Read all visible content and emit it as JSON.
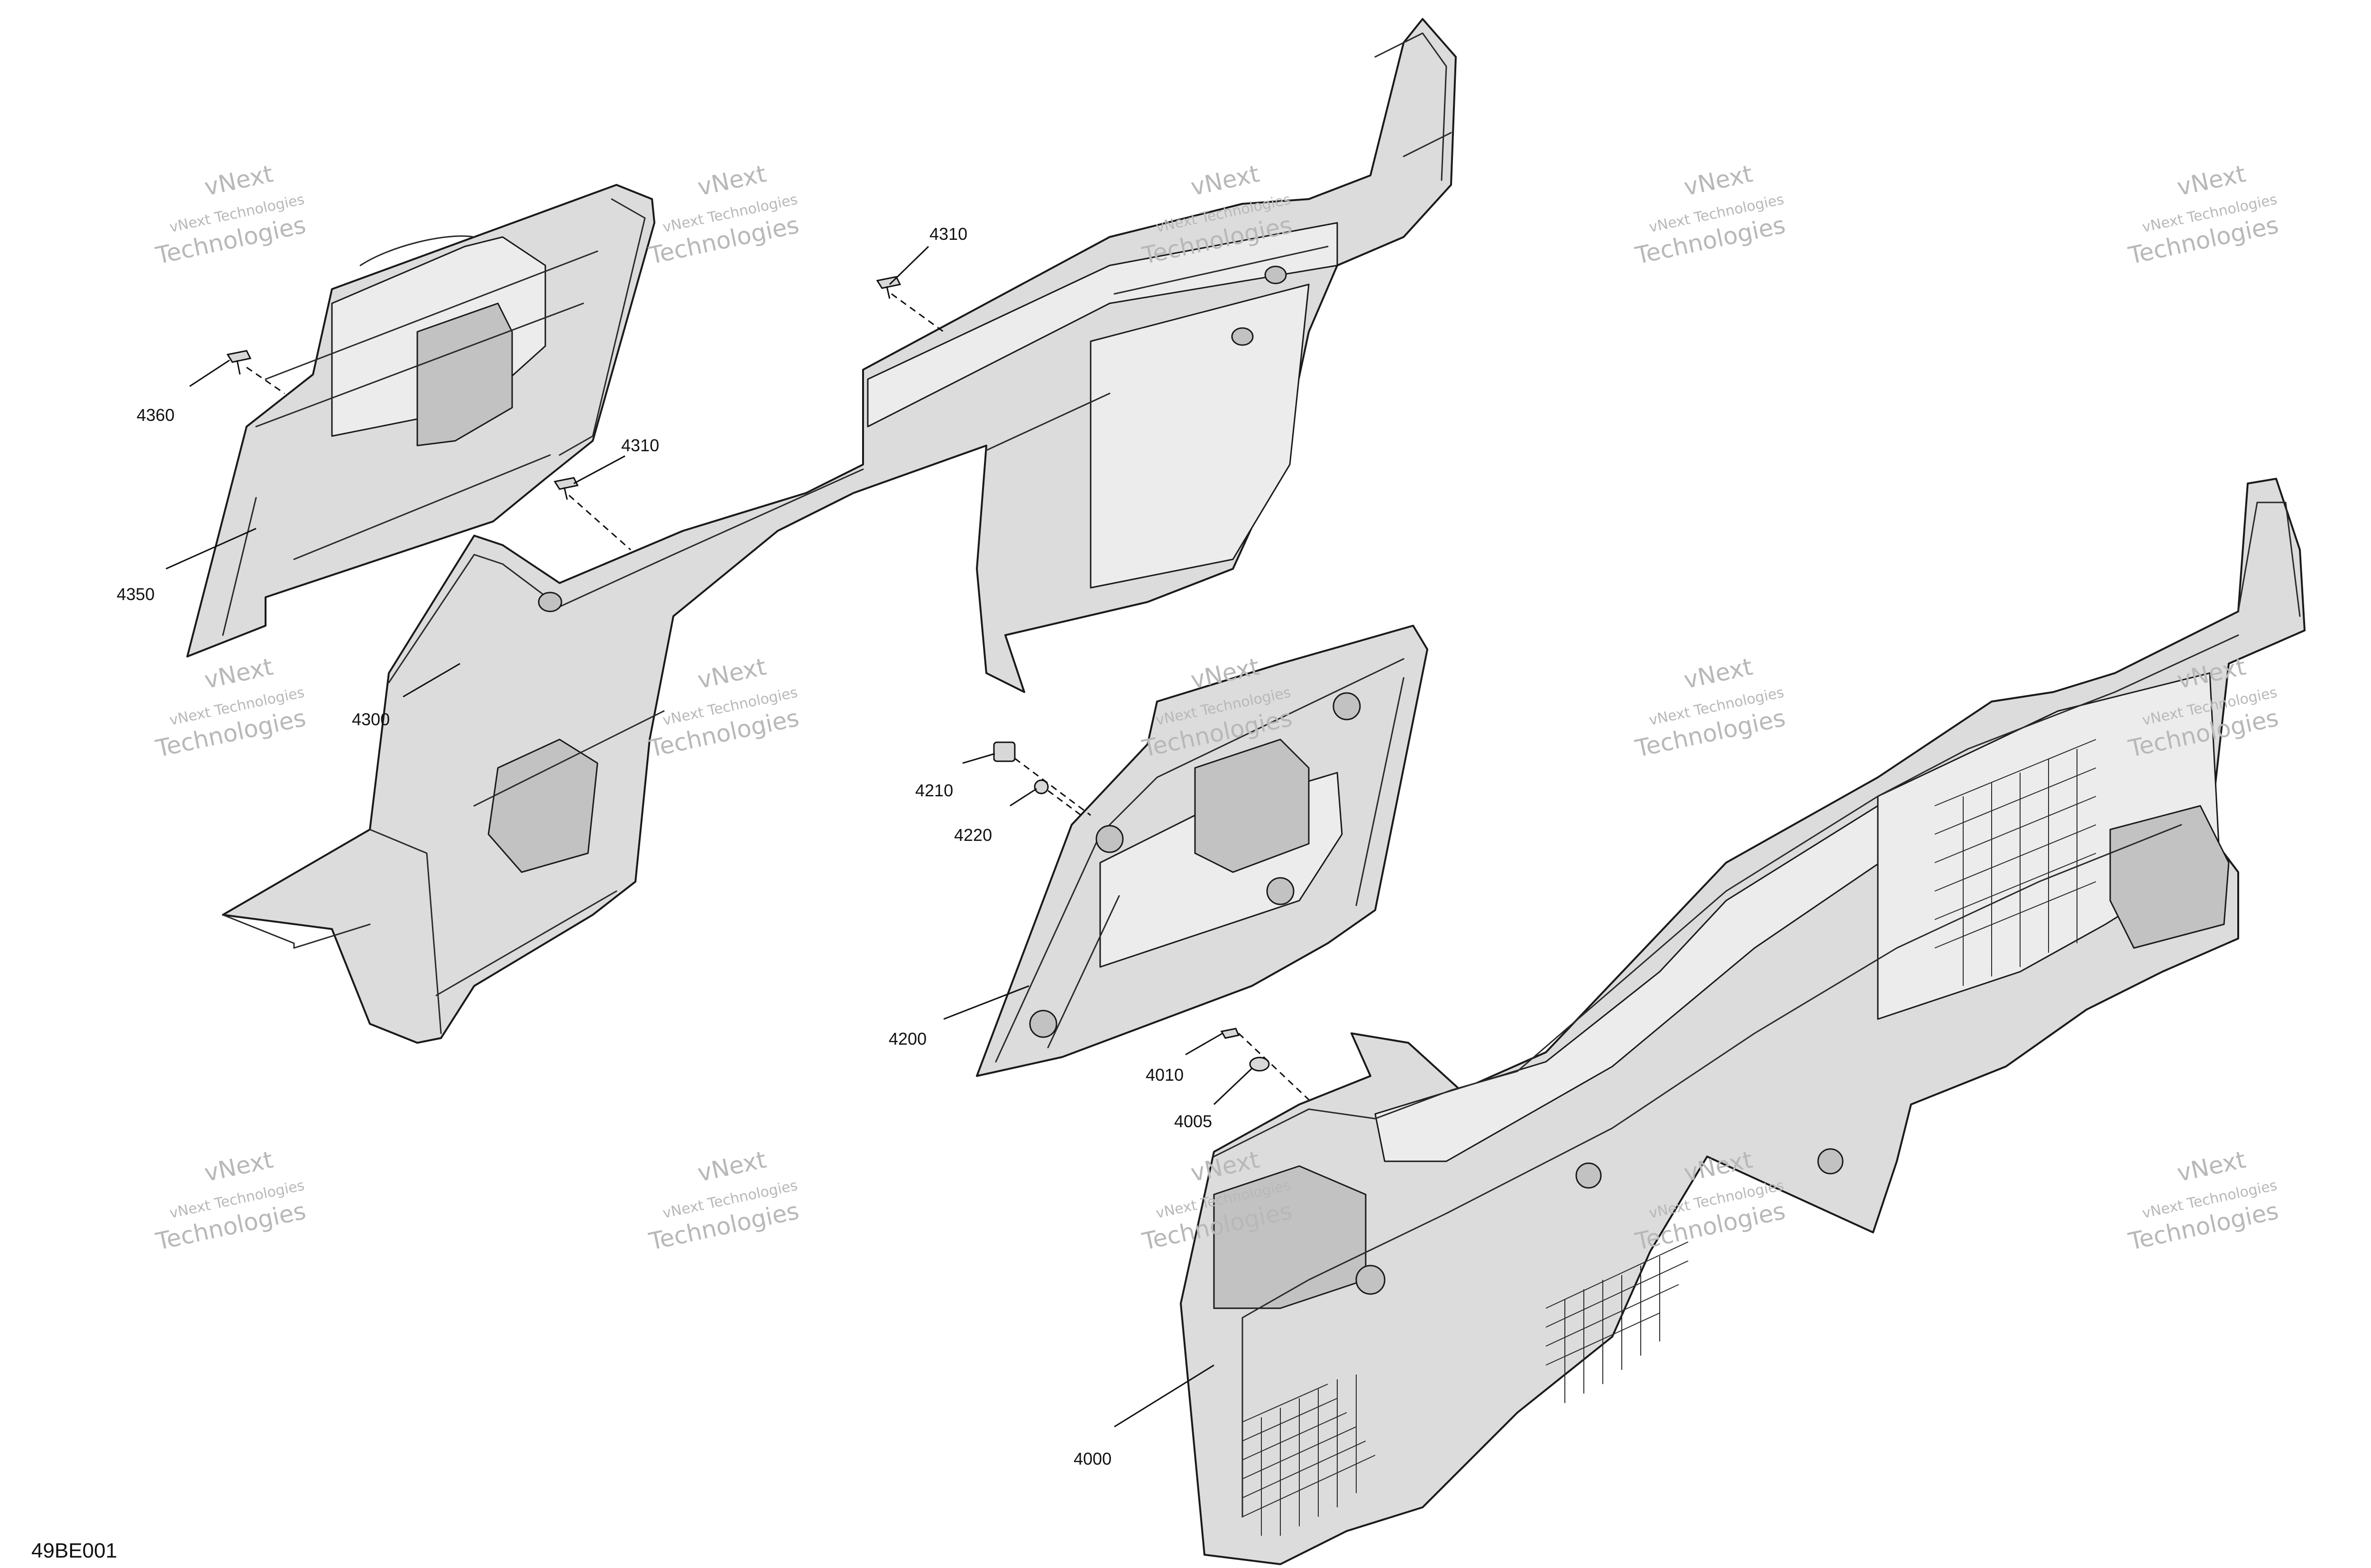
{
  "diagram": {
    "figure_id": "49BE001",
    "watermark": {
      "line1": "vNext Technologies",
      "line2": "vNext",
      "line3": "Technologies"
    },
    "callouts": {
      "c4000": "4000",
      "c4005": "4005",
      "c4010": "4010",
      "c4200": "4200",
      "c4210": "4210",
      "c4220": "4220",
      "c4300": "4300",
      "c4310a": "4310",
      "c4310b": "4310",
      "c4350": "4350",
      "c4360": "4360"
    }
  }
}
